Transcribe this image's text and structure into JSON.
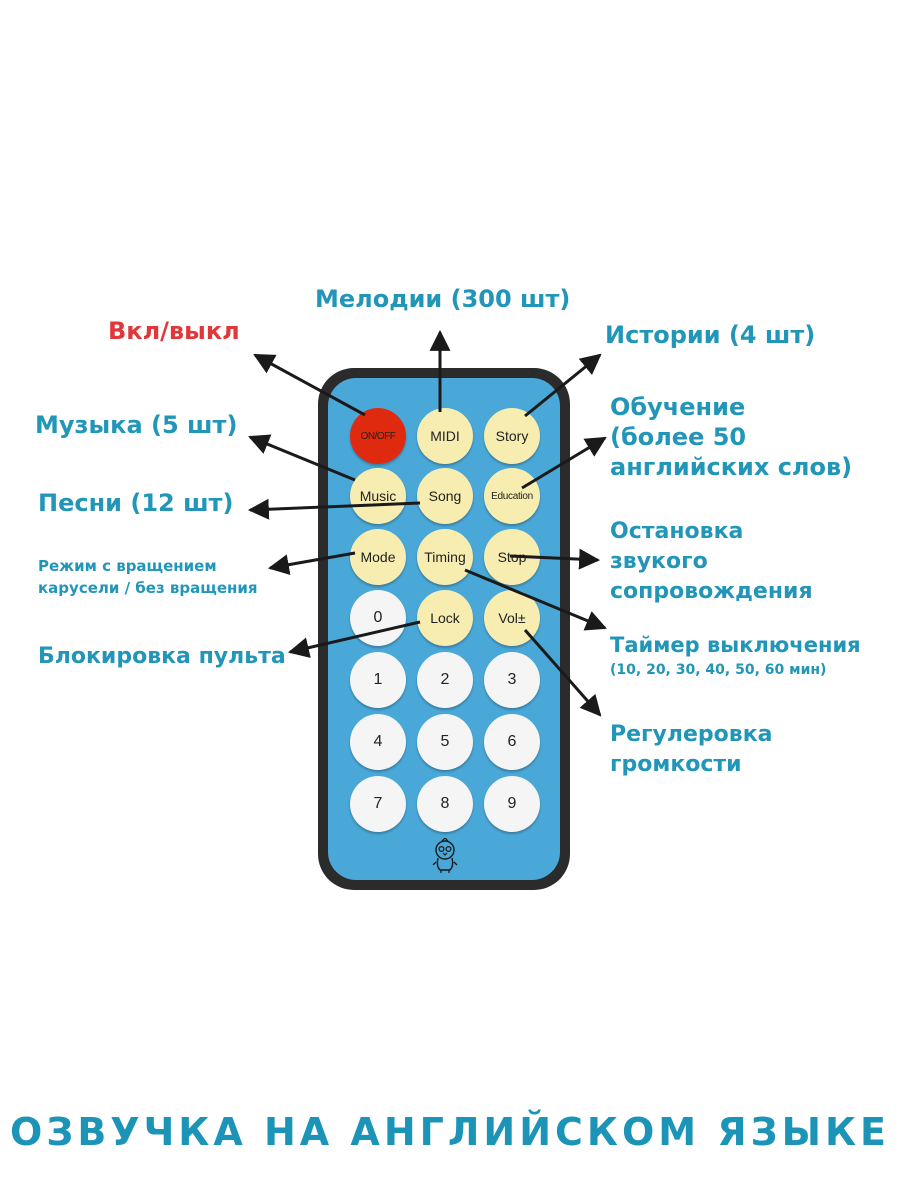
{
  "remote": {
    "buttons": {
      "on_off": "ON/OFF",
      "midi": "MIDI",
      "story": "Story",
      "music": "Music",
      "song": "Song",
      "education": "Education",
      "mode": "Mode",
      "timing": "Timing",
      "stop": "Stop",
      "zero": "0",
      "lock": "Lock",
      "vol": "Vol±",
      "one": "1",
      "two": "2",
      "three": "3",
      "four": "4",
      "five": "5",
      "six": "6",
      "seven": "7",
      "eight": "8",
      "nine": "9"
    }
  },
  "labels": {
    "on_off": "Вкл/выкл",
    "melodies": "Мелодии (300 шт)",
    "stories": "Истории (4 шт)",
    "education": [
      "Обучение",
      "(более 50",
      "английских слов)"
    ],
    "music": "Музыка (5 шт)",
    "songs": "Песни (12 шт)",
    "mode": [
      "Режим с вращением",
      "карусели / без вращения"
    ],
    "stop": [
      "Остановка",
      "звукого",
      "сопровождения"
    ],
    "lock": "Блокировка пульта",
    "timer": [
      "Таймер выключения",
      "(10, 20, 30, 40, 50, 60 мин)"
    ],
    "volume": [
      "Регулеровка",
      "громкости"
    ]
  },
  "footer": "ОЗВУЧКА НА АНГЛИЙСКОМ ЯЗЫКЕ",
  "colors": {
    "label_blue": "#2196b8",
    "label_red": "#e0383a",
    "remote_face": "#4aa8d8",
    "remote_body": "#2b2b2b",
    "button_yellow": "#f7edb1",
    "button_white": "#f5f5f5",
    "button_red": "#e02a10",
    "arrow": "#1a1a1a"
  }
}
